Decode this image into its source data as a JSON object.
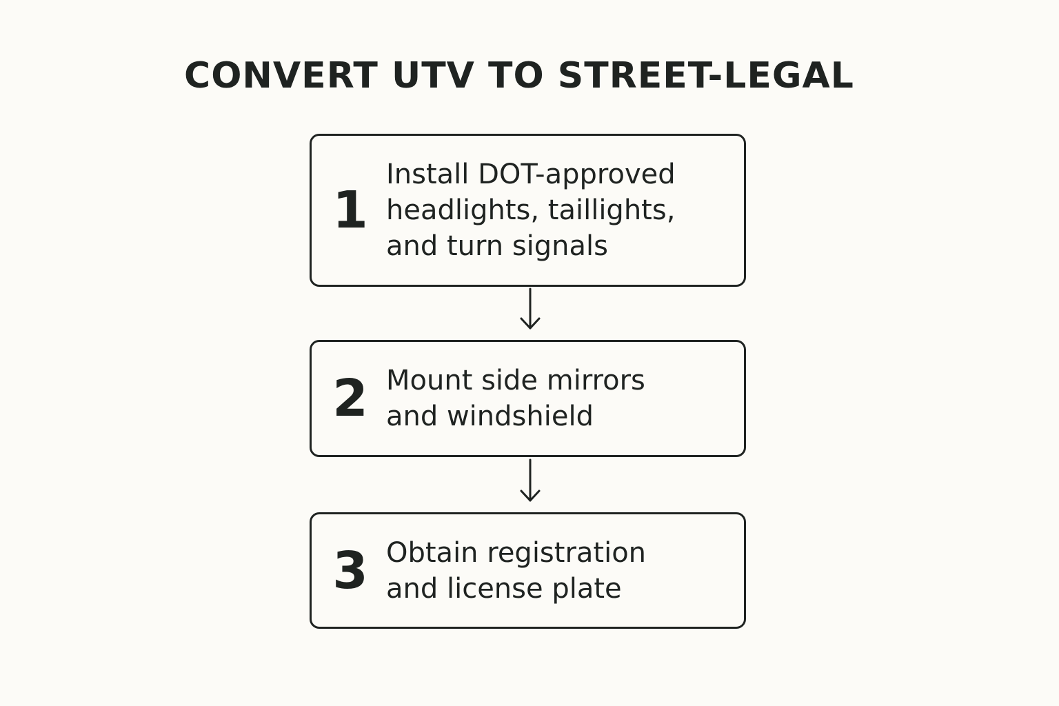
{
  "title": "CONVERT UTV TO STREET-LEGAL",
  "colors": {
    "background": "#fcfbf7",
    "ink": "#1f2321",
    "box_fill": "#fcfbf7"
  },
  "steps": [
    {
      "number": "1",
      "text": "Install DOT-approved\nheadlights, taillights,\nand turn signals"
    },
    {
      "number": "2",
      "text": "Mount side mirrors\nand windshield"
    },
    {
      "number": "3",
      "text": "Obtain registration\nand license plate"
    }
  ]
}
